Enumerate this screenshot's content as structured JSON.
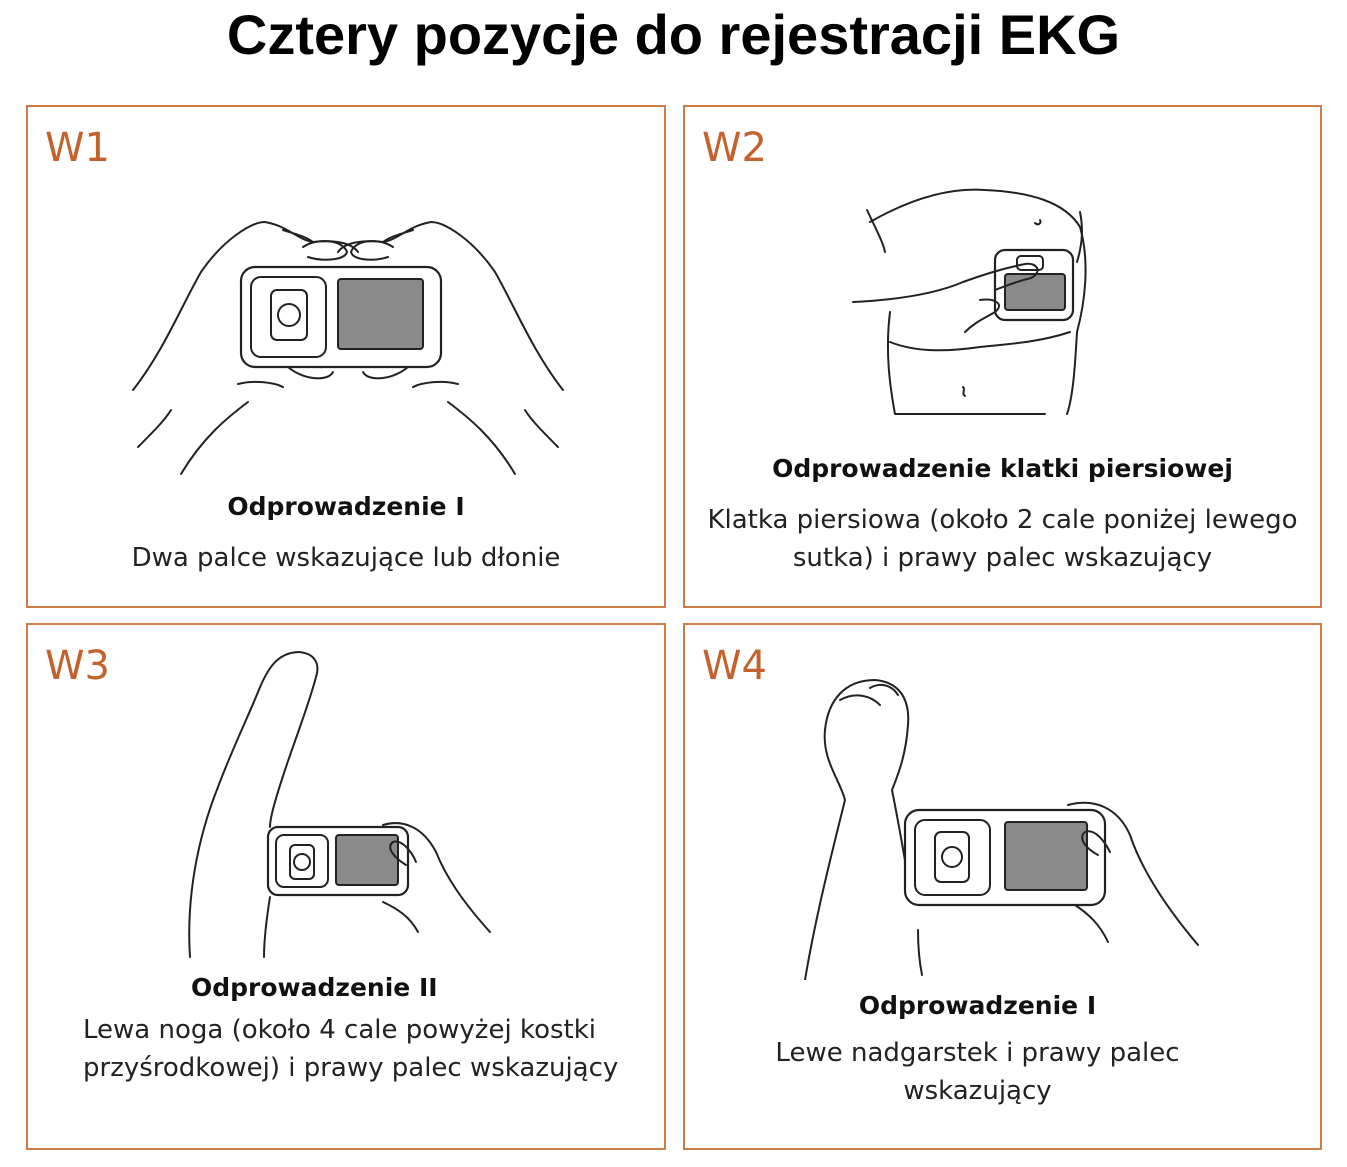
{
  "title": "Cztery pozycje do rejestracji EKG",
  "colors": {
    "accent": "#cf7b45",
    "label": "#c4622d",
    "text": "#1a1a1a"
  },
  "panels": [
    {
      "label": "W1",
      "heading": "Odprowadzenie I",
      "description": "Dwa palce wskazujące lub dłonie"
    },
    {
      "label": "W2",
      "heading": "Odprowadzenie klatki piersiowej",
      "description": "Klatka piersiowa (około 2 cale poniżej lewego sutka) i prawy palec wskazujący"
    },
    {
      "label": "W3",
      "heading": "Odprowadzenie II",
      "description": "Lewa noga (około 4 cale powyżej kostki przyśrodkowej) i prawy palec wskazujący"
    },
    {
      "label": "W4",
      "heading": "Odprowadzenie I",
      "description": "Lewe nadgarstek i prawy palec wskazujący"
    }
  ]
}
